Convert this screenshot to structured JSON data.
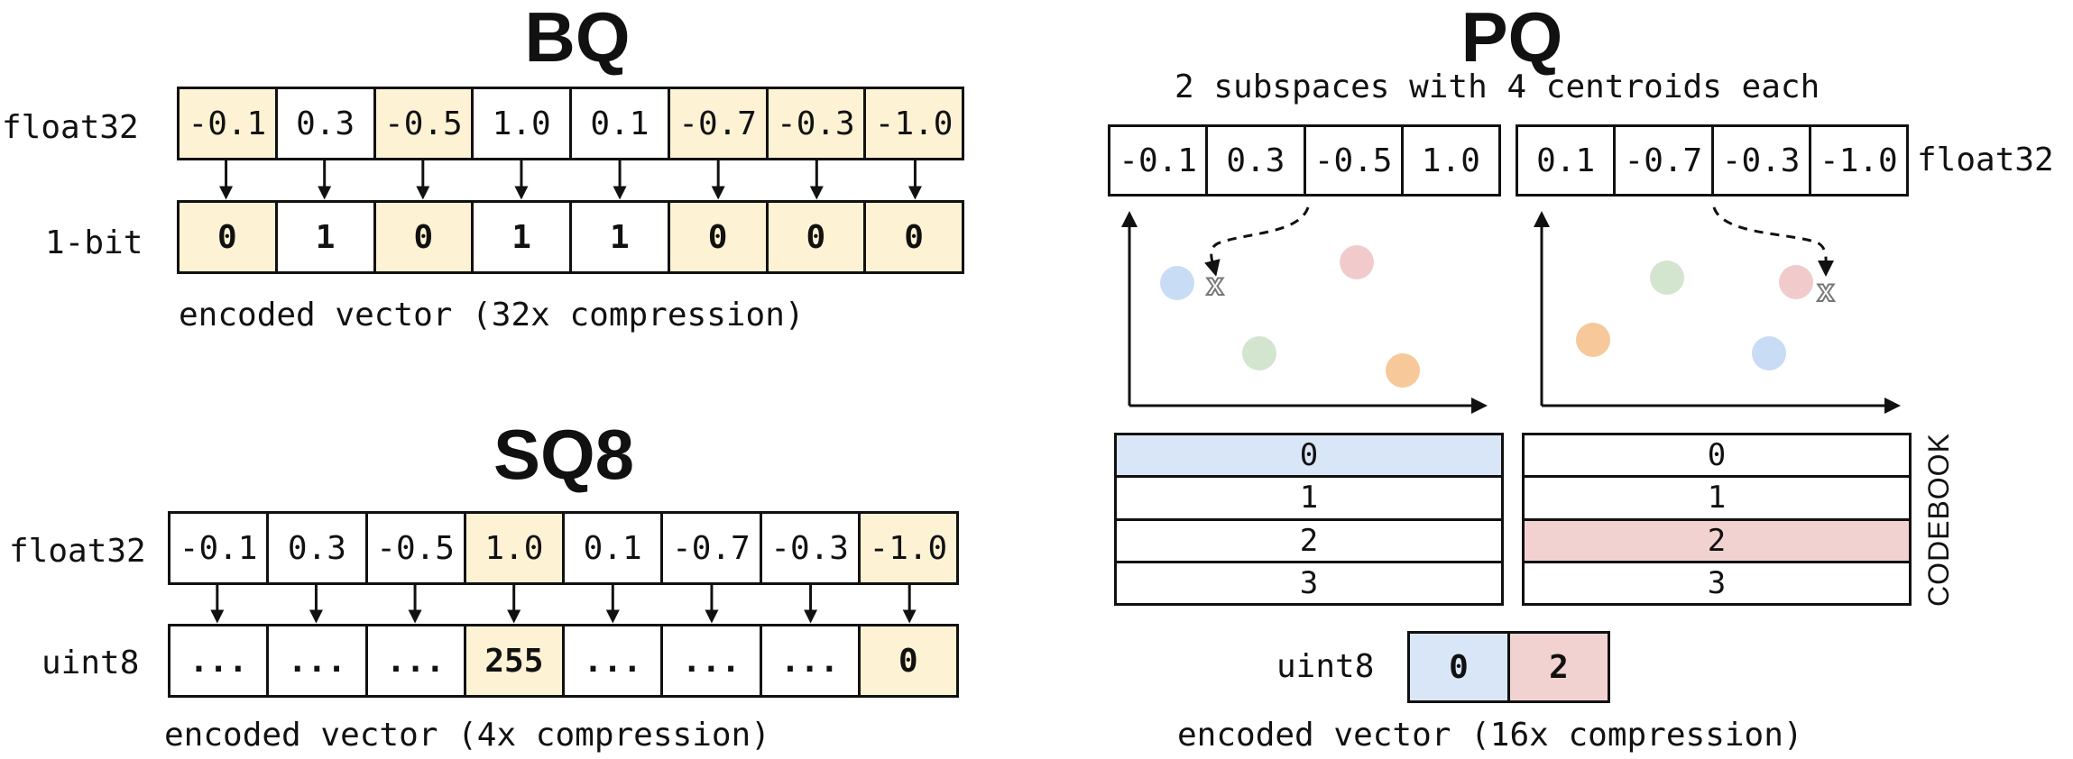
{
  "bq": {
    "title": "BQ",
    "row1_label": "float32",
    "row2_label": "1-bit",
    "float_values": [
      "-0.1",
      "0.3",
      "-0.5",
      "1.0",
      "0.1",
      "-0.7",
      "-0.3",
      "-1.0"
    ],
    "bit_values": [
      "0",
      "1",
      "0",
      "1",
      "1",
      "0",
      "0",
      "0"
    ],
    "highlighted": [
      true,
      false,
      true,
      false,
      false,
      true,
      true,
      true
    ],
    "caption": "encoded vector (32x compression)"
  },
  "sq8": {
    "title": "SQ8",
    "row1_label": "float32",
    "row2_label": "uint8",
    "float_values": [
      "-0.1",
      "0.3",
      "-0.5",
      "1.0",
      "0.1",
      "-0.7",
      "-0.3",
      "-1.0"
    ],
    "uint8_values": [
      "...",
      "...",
      "...",
      "255",
      "...",
      "...",
      "...",
      "0"
    ],
    "highlighted": [
      false,
      false,
      false,
      true,
      false,
      false,
      false,
      true
    ],
    "caption": "encoded vector (4x compression)"
  },
  "pq": {
    "title": "PQ",
    "subtitle": "2 subspaces with 4 centroids each",
    "float_label": "float32",
    "subspace1_values": [
      "-0.1",
      "0.3",
      "-0.5",
      "1.0"
    ],
    "subspace2_values": [
      "0.1",
      "-0.7",
      "-0.3",
      "-1.0"
    ],
    "point_marker": "x",
    "codebook_label": "CODEBOOK",
    "codebook1": [
      "0",
      "1",
      "2",
      "3"
    ],
    "codebook2": [
      "0",
      "1",
      "2",
      "3"
    ],
    "codebook1_selected": 0,
    "codebook2_selected": 2,
    "uint8_label": "uint8",
    "codes": [
      "0",
      "2"
    ],
    "caption": "encoded vector (16x compression)"
  },
  "colors": {
    "highlight": "#fdf2d3",
    "blue": "#d9e6f8",
    "red": "#f2d2d0",
    "dot_blue": "#c9dcf6",
    "dot_red": "#f1cbcb",
    "dot_green": "#d3e5cf",
    "dot_orange": "#f6c89a",
    "stroke": "#111111"
  }
}
